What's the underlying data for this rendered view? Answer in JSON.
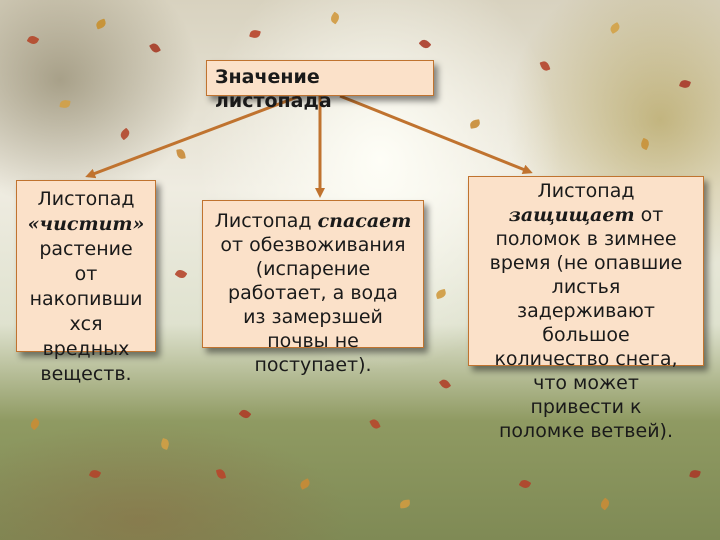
{
  "colors": {
    "box_fill": "#fbe1c9",
    "box_border": "#c0732f",
    "arrow": "#c0732f"
  },
  "title": {
    "line1": "Значение",
    "line2": "листопада"
  },
  "boxes": {
    "left": {
      "lines": [
        "Листопад",
        "«чистит»",
        "растение",
        "от",
        "накопивши",
        "хся",
        "вредных",
        "веществ."
      ]
    },
    "middle": {
      "line1_a": "Листопад ",
      "line1_em": "спасает",
      "lines": [
        "от обезвоживания",
        "(испарение",
        "работает, а вода",
        "из замерзшей",
        "почвы не",
        "поступает)."
      ]
    },
    "right": {
      "line1": "Листопад",
      "line2_em": "защищает",
      "line2_b": " от",
      "lines": [
        "поломок в зимнее",
        "время (не опавшие",
        "листья",
        "задерживают",
        "большое",
        "количество снега,",
        "что может",
        "привести к",
        "поломке ветвей)."
      ]
    }
  }
}
